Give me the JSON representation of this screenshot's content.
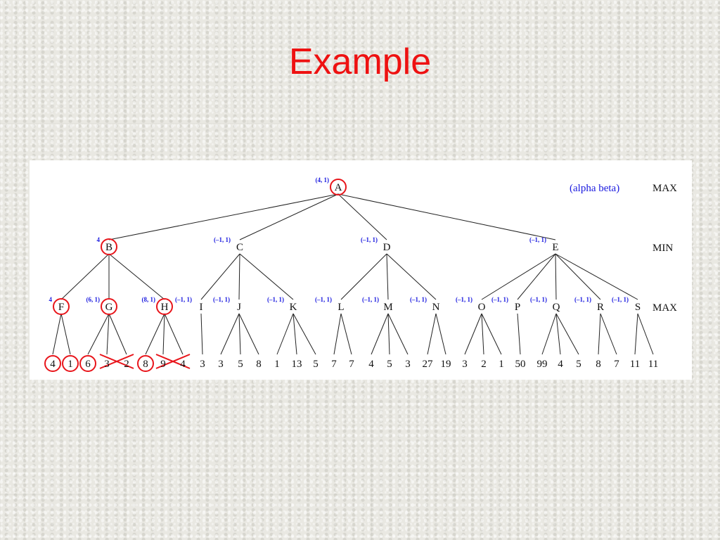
{
  "slide": {
    "title": "Example"
  },
  "legend": {
    "text": "(alpha beta)"
  },
  "levels": [
    "MAX",
    "MIN",
    "MAX"
  ],
  "colors": {
    "title": "#ee1111",
    "annotation": "#1a1adf",
    "highlight": "#e8141a"
  },
  "tree": {
    "root": {
      "label": "A",
      "ab": "(4, 1)",
      "circled": true
    },
    "min_nodes": [
      {
        "label": "B",
        "ab": "4",
        "circled": true
      },
      {
        "label": "C",
        "ab": "(–1, 1)",
        "circled": false
      },
      {
        "label": "D",
        "ab": "(–1, 1)",
        "circled": false
      },
      {
        "label": "E",
        "ab": "(–1, 1)",
        "circled": false
      }
    ],
    "max_nodes": [
      {
        "label": "F",
        "ab": "4",
        "parent": "B",
        "circled": true
      },
      {
        "label": "G",
        "ab": "(6, 1)",
        "parent": "B",
        "circled": true
      },
      {
        "label": "H",
        "ab": "(8, 1)",
        "parent": "B",
        "circled": true
      },
      {
        "label": "I",
        "ab": "(–1, 1)",
        "parent": "C",
        "circled": false
      },
      {
        "label": "J",
        "ab": "(–1, 1)",
        "parent": "C",
        "circled": false
      },
      {
        "label": "K",
        "ab": "(–1, 1)",
        "parent": "C",
        "circled": false
      },
      {
        "label": "L",
        "ab": "(–1, 1)",
        "parent": "D",
        "circled": false
      },
      {
        "label": "M",
        "ab": "(–1, 1)",
        "parent": "D",
        "circled": false
      },
      {
        "label": "N",
        "ab": "(–1, 1)",
        "parent": "D",
        "circled": false
      },
      {
        "label": "O",
        "ab": "(–1, 1)",
        "parent": "E",
        "circled": false
      },
      {
        "label": "P",
        "ab": "(–1, 1)",
        "parent": "E",
        "circled": false
      },
      {
        "label": "Q",
        "ab": "(–1, 1)",
        "parent": "E",
        "circled": false
      },
      {
        "label": "R",
        "ab": "(–1, 1)",
        "parent": "E",
        "circled": false
      },
      {
        "label": "S",
        "ab": "(–1, 1)",
        "parent": "E",
        "circled": false
      }
    ],
    "leaves": [
      {
        "value": "4",
        "parent": "F",
        "circled": true,
        "pruned": false
      },
      {
        "value": "1",
        "parent": "F",
        "circled": true,
        "pruned": false
      },
      {
        "value": "6",
        "parent": "G",
        "circled": true,
        "pruned": false
      },
      {
        "value": "3",
        "parent": "G",
        "circled": false,
        "pruned": true
      },
      {
        "value": "2",
        "parent": "G",
        "circled": false,
        "pruned": true
      },
      {
        "value": "8",
        "parent": "H",
        "circled": true,
        "pruned": false
      },
      {
        "value": "9",
        "parent": "H",
        "circled": false,
        "pruned": true
      },
      {
        "value": "4",
        "parent": "H",
        "circled": false,
        "pruned": true
      },
      {
        "value": "3",
        "parent": "I",
        "circled": false,
        "pruned": false
      },
      {
        "value": "3",
        "parent": "J",
        "circled": false,
        "pruned": false
      },
      {
        "value": "5",
        "parent": "J",
        "circled": false,
        "pruned": false
      },
      {
        "value": "8",
        "parent": "J",
        "circled": false,
        "pruned": false
      },
      {
        "value": "1",
        "parent": "K",
        "circled": false,
        "pruned": false
      },
      {
        "value": "13",
        "parent": "K",
        "circled": false,
        "pruned": false
      },
      {
        "value": "5",
        "parent": "K",
        "circled": false,
        "pruned": false
      },
      {
        "value": "7",
        "parent": "L",
        "circled": false,
        "pruned": false
      },
      {
        "value": "7",
        "parent": "L",
        "circled": false,
        "pruned": false
      },
      {
        "value": "4",
        "parent": "M",
        "circled": false,
        "pruned": false
      },
      {
        "value": "5",
        "parent": "M",
        "circled": false,
        "pruned": false
      },
      {
        "value": "3",
        "parent": "M",
        "circled": false,
        "pruned": false
      },
      {
        "value": "27",
        "parent": "N",
        "circled": false,
        "pruned": false
      },
      {
        "value": "19",
        "parent": "N",
        "circled": false,
        "pruned": false
      },
      {
        "value": "3",
        "parent": "O",
        "circled": false,
        "pruned": false
      },
      {
        "value": "2",
        "parent": "O",
        "circled": false,
        "pruned": false
      },
      {
        "value": "1",
        "parent": "O",
        "circled": false,
        "pruned": false
      },
      {
        "value": "50",
        "parent": "P",
        "circled": false,
        "pruned": false
      },
      {
        "value": "99",
        "parent": "Q",
        "circled": false,
        "pruned": false
      },
      {
        "value": "4",
        "parent": "Q",
        "circled": false,
        "pruned": false
      },
      {
        "value": "5",
        "parent": "Q",
        "circled": false,
        "pruned": false
      },
      {
        "value": "8",
        "parent": "R",
        "circled": false,
        "pruned": false
      },
      {
        "value": "7",
        "parent": "R",
        "circled": false,
        "pruned": false
      },
      {
        "value": "11",
        "parent": "S",
        "circled": false,
        "pruned": false
      },
      {
        "value": "11",
        "parent": "S",
        "circled": false,
        "pruned": false
      }
    ]
  }
}
